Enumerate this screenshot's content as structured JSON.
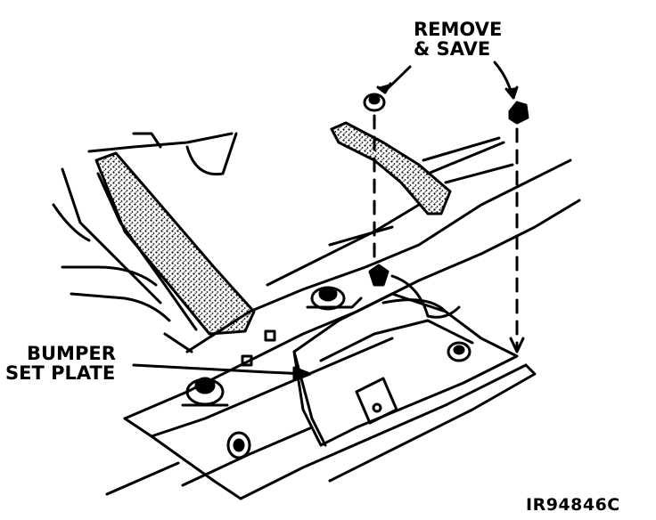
{
  "labels": {
    "remove_line1": "REMOVE",
    "remove_line2": "& SAVE",
    "bumper_line1": "BUMPER",
    "bumper_line2": "SET PLATE",
    "figure_id": "IR94846C"
  },
  "colors": {
    "ink": "#000000",
    "background": "#ffffff"
  }
}
